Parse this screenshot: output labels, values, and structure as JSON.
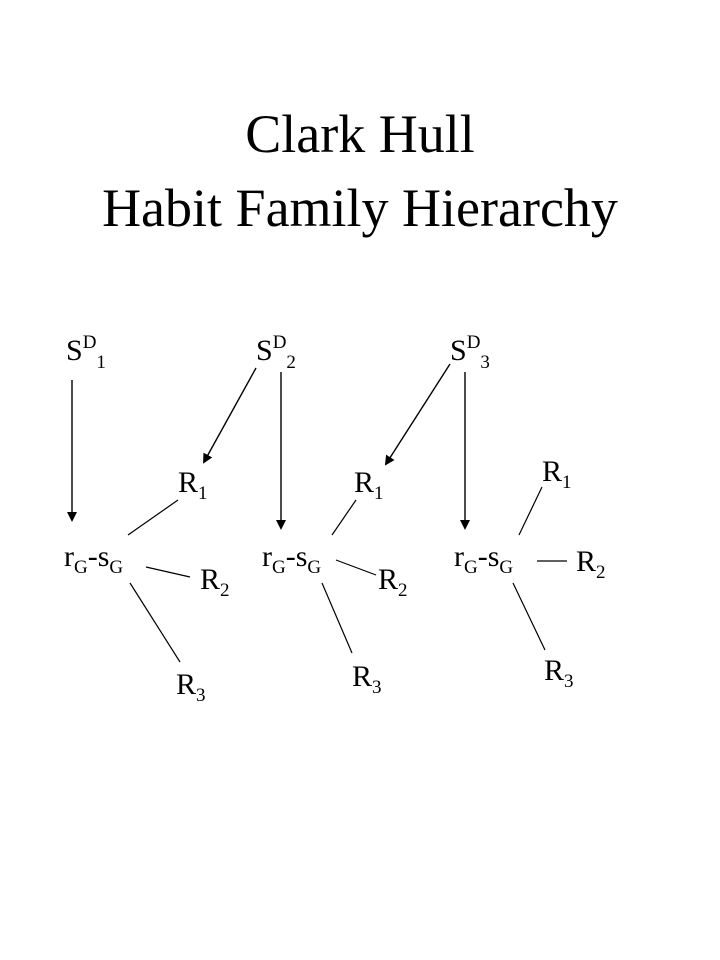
{
  "title": {
    "line1": "Clark Hull",
    "line2": "Habit Family Hierarchy"
  },
  "diagram": {
    "stimuli": [
      {
        "base": "S",
        "sup": "D",
        "sub": "1"
      },
      {
        "base": "S",
        "sup": "D",
        "sub": "2"
      },
      {
        "base": "S",
        "sup": "D",
        "sub": "3"
      }
    ],
    "goal": {
      "r": "r",
      "r_sub": "G",
      "dash": "-",
      "s": "s",
      "s_sub": "G"
    },
    "responses": {
      "base": "R",
      "subs": [
        "1",
        "2",
        "3"
      ]
    }
  }
}
